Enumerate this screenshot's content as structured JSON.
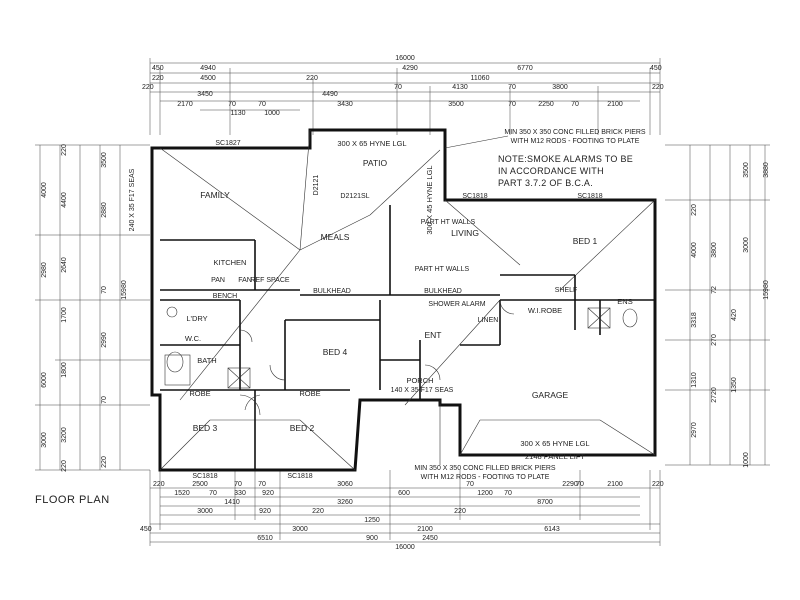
{
  "plan": {
    "title": "FLOOR PLAN",
    "note_lines": [
      "NOTE:SMOKE ALARMS TO BE",
      "IN ACCORDANCE WITH",
      "PART 3.7.2 OF B.C.A."
    ],
    "pier_note_top": [
      "MIN 350 X 350 CONC FILLED BRICK PIERS",
      "WITH M12 RODS - FOOTING TO PLATE"
    ],
    "pier_note_bottom": [
      "MIN 350 X 350 CONC FILLED BRICK PIERS",
      "WITH M12 RODS - FOOTING TO PLATE"
    ],
    "rooms": {
      "family": "FAMILY",
      "meals": "MEALS",
      "living": "LIVING",
      "kitchen": "KITCHEN",
      "patio": "PATIO",
      "bed1": "BED 1",
      "bed2": "BED 2",
      "bed3": "BED 3",
      "bed4": "BED 4",
      "garage": "GARAGE",
      "ldry": "L'DRY",
      "bath": "BATH",
      "wc": "W.C.",
      "wirobe": "W.I.ROBE",
      "ens": "ENS",
      "ent": "ENT",
      "porch": "PORCH",
      "robe1": "ROBE",
      "robe2": "ROBE"
    },
    "labels": {
      "lintel_patio": "300 X 65 HYNE LGL",
      "lintel_garage": "300 X 65 HYNE LGL",
      "lintel_vert": "300 X 45 HYNE LGL",
      "panel_lift": "2148 PANEL LIFT",
      "part_ht_walls_1": "PART HT WALLS",
      "part_ht_walls_2": "PART HT WALLS",
      "bulkhead_1": "BULKHEAD",
      "bulkhead_2": "BULKHEAD",
      "sc1827": "SC1827",
      "sc1818_a": "SC1818",
      "sc1818_b": "SC1818",
      "sc1818_c": "SC1818",
      "sc1818_d": "SC1818",
      "d2121": "D2121",
      "d2121s": "D2121SL",
      "pantry": "PAN",
      "ref": "REF SPACE",
      "bench": "BENCH",
      "linen": "LINEN",
      "shower": "SHOWER ALARM",
      "shelf": "SHELF",
      "fan": "FAN",
      "vert_seas": "240 X 35 F17 SEAS",
      "porch_beam": "140 X 35 F17 SEAS"
    },
    "top_dims": {
      "overall": "16000",
      "row2": [
        "450",
        "4940",
        "4290",
        "6770",
        "450"
      ],
      "row3": [
        "220",
        "4500",
        "220",
        "11060"
      ],
      "row4": [
        "220",
        "3450",
        "4490",
        "70",
        "4130",
        "70",
        "3800",
        "220"
      ],
      "row5": [
        "2170",
        "70",
        "70",
        "3430",
        "3500",
        "70",
        "2250",
        "70",
        "2100"
      ],
      "row6": [
        "1130",
        "1000"
      ]
    },
    "bottom_dims": {
      "row1": [
        "220",
        "2500",
        "70",
        "70",
        "3060",
        "70",
        "2290",
        "70",
        "2100",
        "220"
      ],
      "row2": [
        "1520",
        "70",
        "330",
        "920",
        "600",
        "1200",
        "70"
      ],
      "row3": [
        "1410",
        "3260",
        "8700"
      ],
      "row4": [
        "3000",
        "920",
        "220",
        "1250",
        "220"
      ],
      "row5": [
        "450",
        "3000",
        "2100",
        "6143"
      ],
      "row6": [
        "6510",
        "900",
        "2450"
      ],
      "overall": "16000"
    },
    "left_dims": {
      "col_outer": [
        "4000",
        "2980",
        "6000",
        "3000"
      ],
      "col_mid": [
        "220",
        "4400",
        "2640",
        "1700",
        "1800",
        "3200",
        "220"
      ],
      "col_inner": [
        "3500",
        "2880",
        "70",
        "2990",
        "70",
        "220"
      ],
      "overall": "15980"
    },
    "right_dims": {
      "col_outer": [
        "3500",
        "3000",
        "3880"
      ],
      "col_mid": [
        "220",
        "4000",
        "3800",
        "72",
        "3318",
        "1310",
        "2970",
        "1000"
      ],
      "col_inner": [
        "420",
        "2720",
        "1350",
        "270"
      ],
      "overall": "15980"
    }
  }
}
